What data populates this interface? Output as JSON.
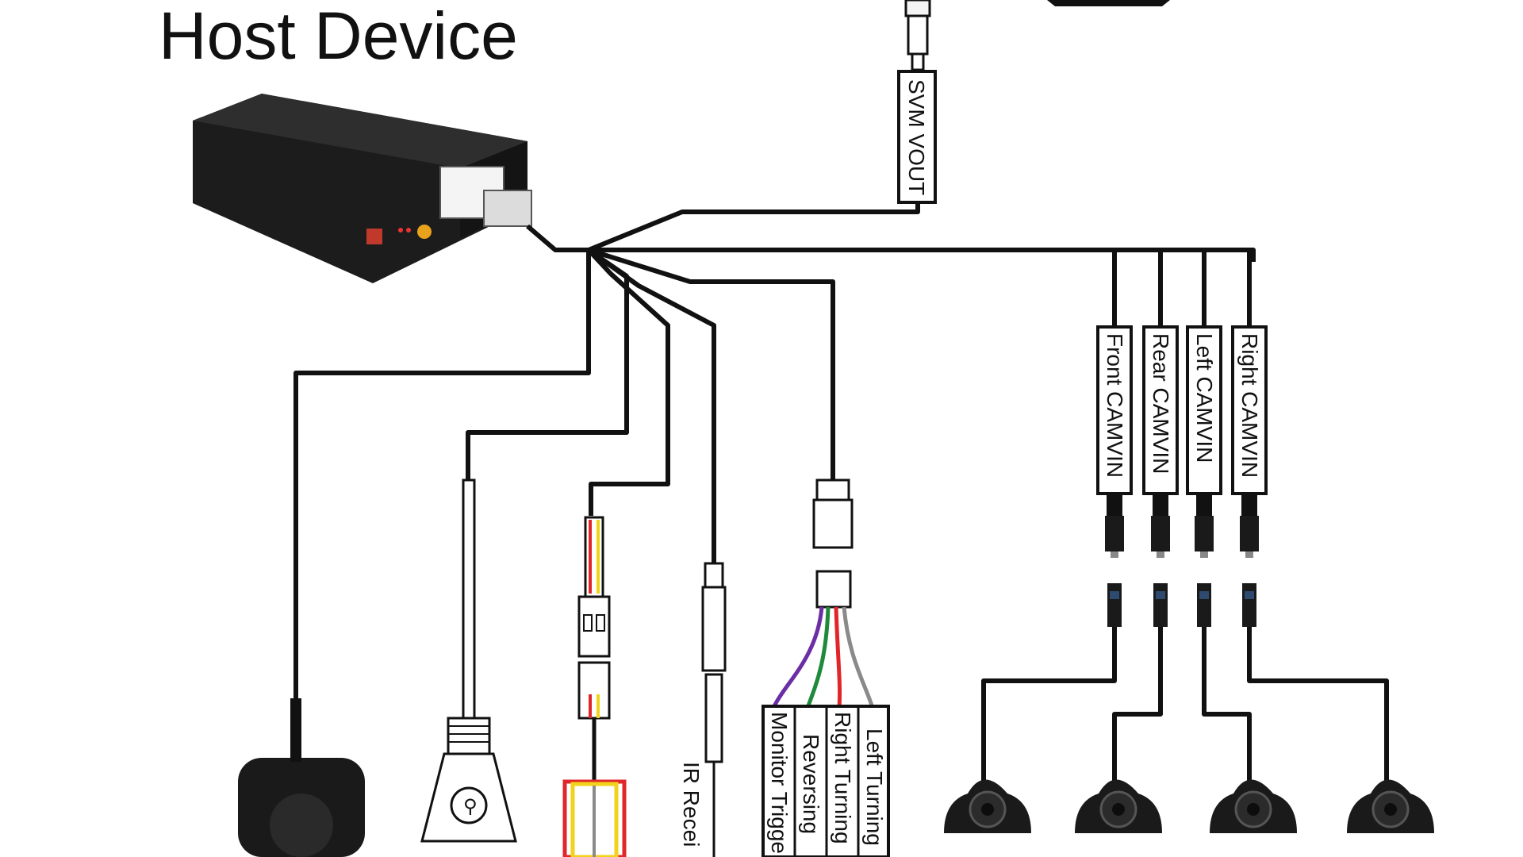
{
  "title": "Host Device",
  "labels": {
    "svm_vout": "SVM VOUT",
    "front_cam": "Front CAMVIN",
    "rear_cam": "Rear CAMVIN",
    "left_cam": "Left CAMVIN",
    "right_cam": "Right CAMVIN",
    "ir_receiver": "IR Recei",
    "monitor_trigger": "Monitor Trigge",
    "reversing": "Reversing",
    "right_turning": "Right Turning",
    "left_turning": "Left Turning"
  },
  "colors": {
    "wire": "#111111",
    "red": "#e0262a",
    "yellow": "#f2d21b",
    "green": "#1f8a3a",
    "purple": "#6b2ea5",
    "grey": "#8a8a8a",
    "device": "#1c1c1c"
  }
}
